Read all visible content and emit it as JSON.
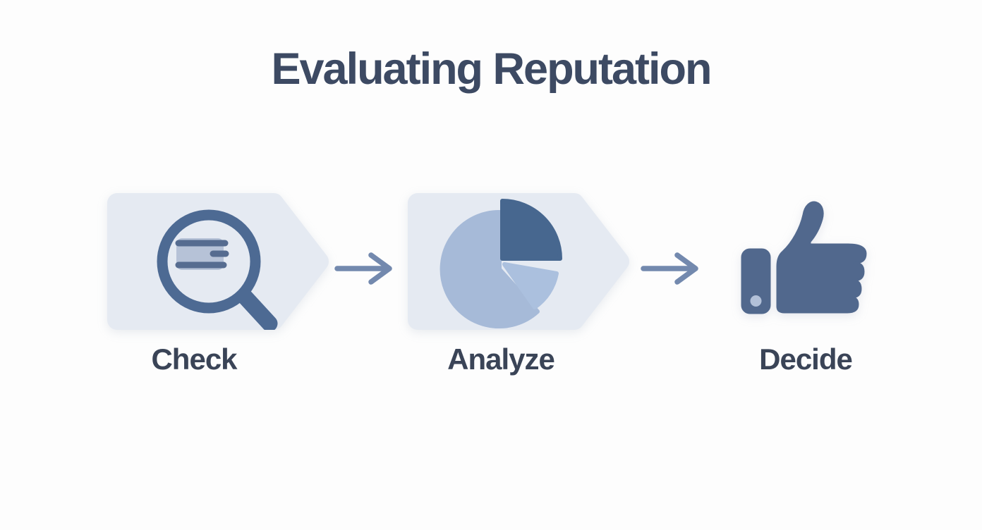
{
  "title": "Evaluating Reputation",
  "flow": {
    "steps": [
      {
        "label": "Check",
        "icon": "magnifier-search-icon",
        "has_box": true
      },
      {
        "label": "Analyze",
        "icon": "pie-chart-icon",
        "has_box": true
      },
      {
        "label": "Decide",
        "icon": "thumbs-up-icon",
        "has_box": false
      }
    ],
    "connectors": [
      {
        "icon": "arrow-right-icon"
      },
      {
        "icon": "arrow-right-icon"
      }
    ]
  },
  "colors": {
    "background": "#fdfdfd",
    "title-text": "#3d4a63",
    "label-text": "#3a4457",
    "step-box-bg": "#e5eaf2",
    "icon-dark": "#4d6a93",
    "icon-medium": "#566c90",
    "icon-light": "#b6c2d7",
    "pie-main": "#a6bad8",
    "pie-slice-light": "#abc0de",
    "pie-slice-dark": "#47678f",
    "arrow": "#7389ae",
    "thumb": "#51688d",
    "thumb-dot": "#b2c0d8"
  }
}
